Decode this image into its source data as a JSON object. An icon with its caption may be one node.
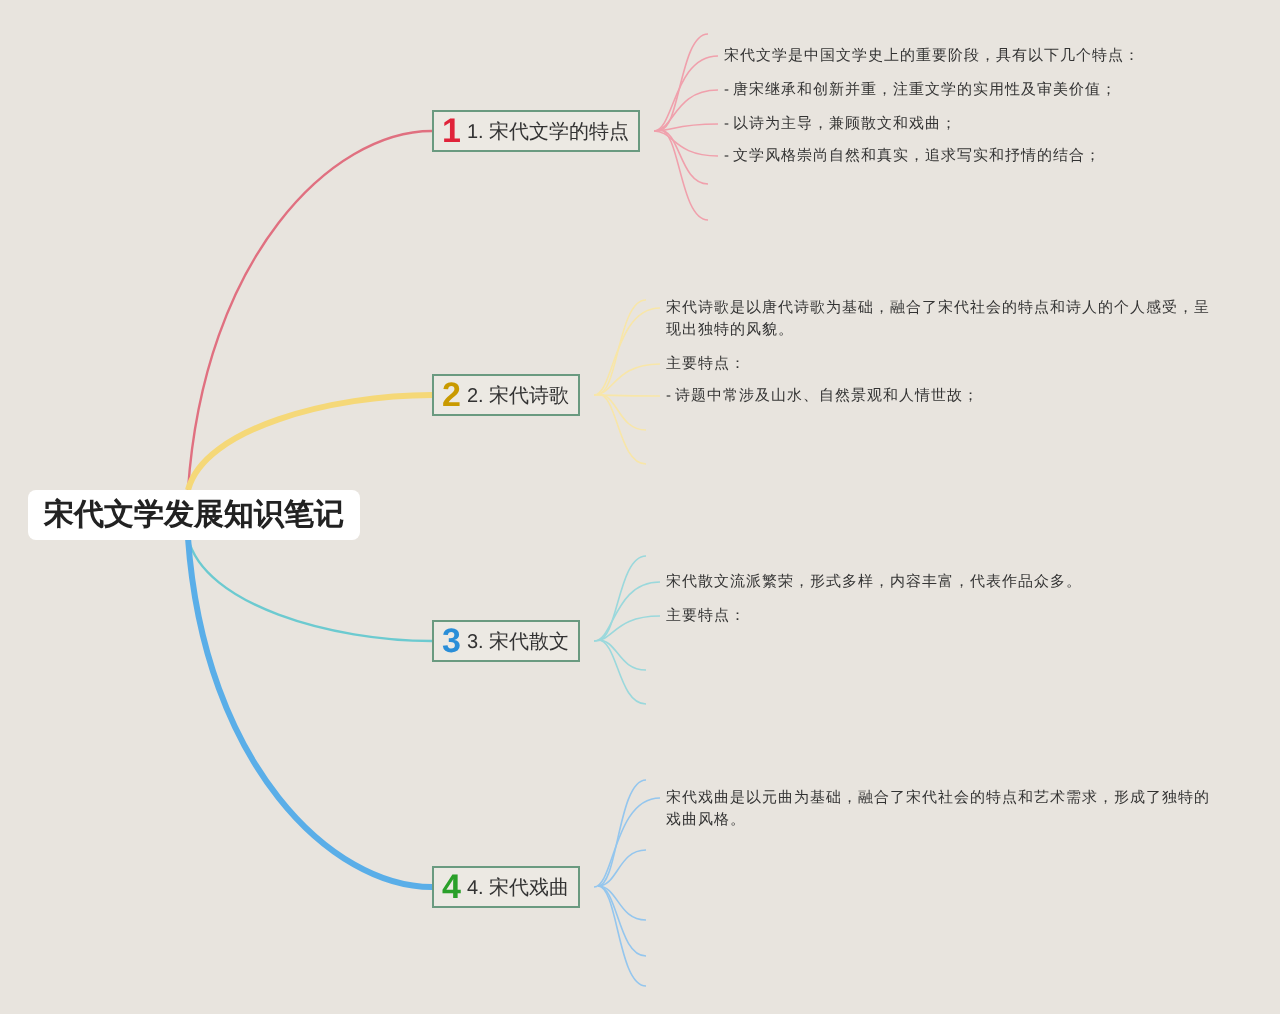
{
  "diagram": {
    "nodes": [
      {
        "text": [
          "宋代文学发展知识笔记"
        ]
      },
      {
        "text": [
          "1",
          "1. 宋代文学的特点"
        ]
      },
      {
        "text": [
          "2",
          "2. 宋代诗歌"
        ]
      },
      {
        "text": [
          "3",
          "3. 宋代散文"
        ]
      },
      {
        "text": [
          "4",
          "4. 宋代戏曲"
        ]
      },
      {
        "text": [
          "宋代文学是中国文学史上的重要阶段，具有以下几个特点："
        ]
      },
      {
        "text": [
          "- 唐宋继承和创新并重，注重文学的实用性及审美价值；"
        ]
      },
      {
        "text": [
          "- 以诗为主导，兼顾散文和戏曲；"
        ]
      },
      {
        "text": [
          "- 文学风格崇尚自然和真实，追求写实和抒情的结合；"
        ]
      },
      {
        "text": [
          "宋代诗歌是以唐代诗歌为基础，融合了宋代社会的特点和诗人的个人感受，呈现出独特的风貌。"
        ]
      },
      {
        "text": [
          "主要特点："
        ]
      },
      {
        "text": [
          "- 诗题中常涉及山水、自然景观和人情世故；"
        ]
      },
      {
        "text": [
          "宋代散文流派繁荣，形式多样，内容丰富，代表作品众多。"
        ]
      },
      {
        "text": [
          "主要特点："
        ]
      },
      {
        "text": [
          "宋代戏曲是以元曲为基础，融合了宋代社会的特点和艺术需求，形成了独特的戏曲风格。"
        ]
      }
    ],
    "edges": [
      {
        "from": 0,
        "to": 1,
        "arrow": "none",
        "color": "#e07080"
      },
      {
        "from": 0,
        "to": 2,
        "arrow": "none",
        "style": "thick",
        "color": "#f5d878"
      },
      {
        "from": 0,
        "to": 3,
        "arrow": "none",
        "color": "#6ccad0"
      },
      {
        "from": 0,
        "to": 4,
        "arrow": "none",
        "style": "thick",
        "color": "#5aaee8"
      },
      {
        "from": 1,
        "to": 5,
        "arrow": "none",
        "color": "#f0a0ac"
      },
      {
        "from": 1,
        "to": 6,
        "arrow": "none",
        "color": "#f0a0ac"
      },
      {
        "from": 1,
        "to": 7,
        "arrow": "none",
        "color": "#f0a0ac"
      },
      {
        "from": 1,
        "to": 8,
        "arrow": "none",
        "color": "#f0a0ac"
      },
      {
        "from": 2,
        "to": 9,
        "arrow": "none",
        "color": "#f8e6a8"
      },
      {
        "from": 2,
        "to": 10,
        "arrow": "none",
        "color": "#f8e6a8"
      },
      {
        "from": 2,
        "to": 11,
        "arrow": "none",
        "color": "#f8e6a8"
      },
      {
        "from": 3,
        "to": 12,
        "arrow": "none",
        "color": "#9ad8dc"
      },
      {
        "from": 3,
        "to": 13,
        "arrow": "none",
        "color": "#9ad8dc"
      },
      {
        "from": 4,
        "to": 14,
        "arrow": "none",
        "color": "#94c6ee"
      }
    ]
  }
}
